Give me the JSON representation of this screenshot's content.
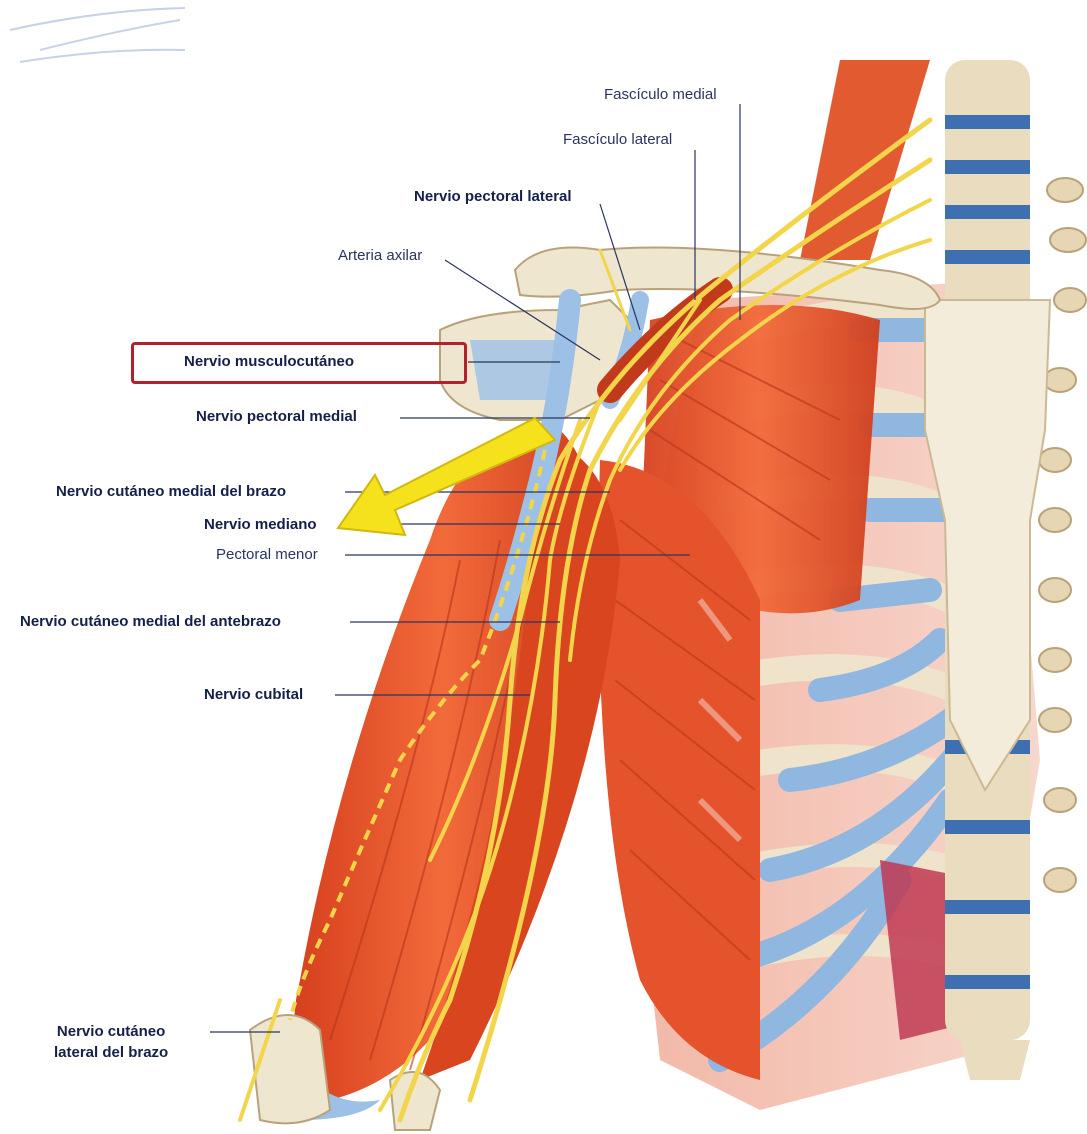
{
  "labels": {
    "fasciculo_medial": "Fascículo medial",
    "fasciculo_lateral": "Fascículo lateral",
    "nervio_pectoral_lateral": "Nervio pectoral lateral",
    "arteria_axilar": "Arteria axilar",
    "nervio_musculocutaneo": "Nervio musculocutáneo",
    "nervio_pectoral_medial": "Nervio pectoral medial",
    "nervio_cutaneo_medial_brazo": "Nervio cutáneo medial del brazo",
    "nervio_mediano": "Nervio mediano",
    "pectoral_menor": "Pectoral menor",
    "nervio_cutaneo_medial_antebrazo": "Nervio cutáneo medial del antebrazo",
    "nervio_cubital": "Nervio cubital",
    "nervio_cutaneo_lateral_brazo_1": "Nervio cutáneo",
    "nervio_cutaneo_lateral_brazo_2": "lateral del brazo"
  },
  "colors": {
    "muscle": "#e8502a",
    "muscle_dark": "#c23a1c",
    "bone": "#efe6d0",
    "cartilage": "#8fb7e0",
    "nerve": "#f2d54a",
    "highlight_box": "#b3202e",
    "arrow": "#f5e21c",
    "label_bold": "#14204a"
  },
  "icons": {
    "arrow": "yellow-arrow-icon"
  }
}
